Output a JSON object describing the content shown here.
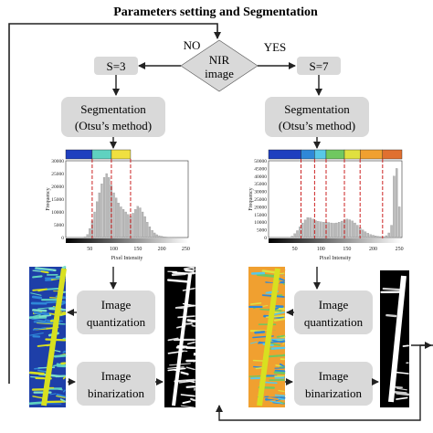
{
  "title": "Parameters setting and Segmentation",
  "decision": {
    "line1": "NIR",
    "line2": "image",
    "no_label": "NO",
    "yes_label": "YES"
  },
  "left": {
    "s_label": "S=3",
    "seg_line1": "Segmentation",
    "seg_line2": "(Otsu’s method)",
    "quant_line1": "Image",
    "quant_line2": "quantization",
    "bin_line1": "Image",
    "bin_line2": "binarization"
  },
  "right": {
    "s_label": "S=7",
    "seg_line1": "Segmentation",
    "seg_line2": "(Otsu’s method)",
    "quant_line1": "Image",
    "quant_line2": "quantization",
    "bin_line1": "Image",
    "bin_line2": "binarization"
  },
  "colors": {
    "box_fill": "#d9d9d9",
    "arrow": "#222222",
    "threshold": "#cc2222",
    "bar": "#b8b8b8"
  },
  "chart_data": [
    {
      "type": "bar",
      "xlabel": "Pixel Intensity",
      "ylabel": "Frequency",
      "xlim": [
        0,
        255
      ],
      "ylim": [
        0,
        30000
      ],
      "x_ticks": [
        "50",
        "100",
        "150",
        "200",
        "250"
      ],
      "y_ticks": [
        "0",
        "5000",
        "10000",
        "15000",
        "20000",
        "25000",
        "30000"
      ],
      "thresholds": [
        55,
        95,
        135
      ],
      "level_colors": [
        "#1f3fbf",
        "#5fd2c0",
        "#f0e040"
      ],
      "bins": [
        40,
        45,
        50,
        55,
        60,
        65,
        70,
        75,
        80,
        85,
        90,
        95,
        100,
        105,
        110,
        115,
        120,
        125,
        130,
        135,
        140,
        145,
        150,
        155,
        160,
        165,
        170,
        175,
        180,
        185,
        190,
        195,
        200,
        205,
        210,
        215,
        220,
        225,
        230,
        235,
        240,
        245,
        250
      ],
      "values": [
        300,
        1200,
        3500,
        6500,
        10000,
        14000,
        17500,
        21000,
        23500,
        25000,
        23500,
        20500,
        17500,
        15500,
        13500,
        12000,
        11000,
        10000,
        9000,
        8300,
        9500,
        11000,
        12200,
        11600,
        10000,
        8200,
        6000,
        4200,
        2800,
        1800,
        1100,
        700,
        500,
        300,
        200,
        120,
        80,
        60,
        40,
        30,
        20,
        15,
        10
      ],
      "grid": false
    },
    {
      "type": "bar",
      "xlabel": "Pixel Intensity",
      "ylabel": "Frequency",
      "xlim": [
        0,
        255
      ],
      "ylim": [
        0,
        50000
      ],
      "x_ticks": [
        "50",
        "100",
        "150",
        "200",
        "250"
      ],
      "y_ticks": [
        "0",
        "5000",
        "10000",
        "15000",
        "20000",
        "25000",
        "30000",
        "35000",
        "40000",
        "45000",
        "50000"
      ],
      "thresholds": [
        62,
        88,
        110,
        145,
        175,
        218
      ],
      "level_colors": [
        "#1f3fbf",
        "#2f88d8",
        "#58c8e8",
        "#70c860",
        "#e0e040",
        "#f0a030",
        "#e07030"
      ],
      "bins": [
        40,
        45,
        50,
        55,
        60,
        65,
        70,
        75,
        80,
        85,
        90,
        95,
        100,
        105,
        110,
        115,
        120,
        125,
        130,
        135,
        140,
        145,
        150,
        155,
        160,
        165,
        170,
        175,
        180,
        185,
        190,
        195,
        200,
        205,
        210,
        215,
        220,
        225,
        230,
        235,
        240,
        245,
        250
      ],
      "values": [
        200,
        900,
        2500,
        4500,
        7000,
        9500,
        11500,
        13000,
        12800,
        12000,
        11000,
        10500,
        10200,
        10000,
        10100,
        9800,
        9500,
        9300,
        9500,
        10000,
        10700,
        11400,
        12000,
        11600,
        10800,
        9500,
        8000,
        6500,
        5000,
        3800,
        2800,
        2000,
        1500,
        1100,
        800,
        600,
        500,
        1200,
        3000,
        8000,
        40000,
        45000,
        20000
      ],
      "grid": false
    }
  ]
}
